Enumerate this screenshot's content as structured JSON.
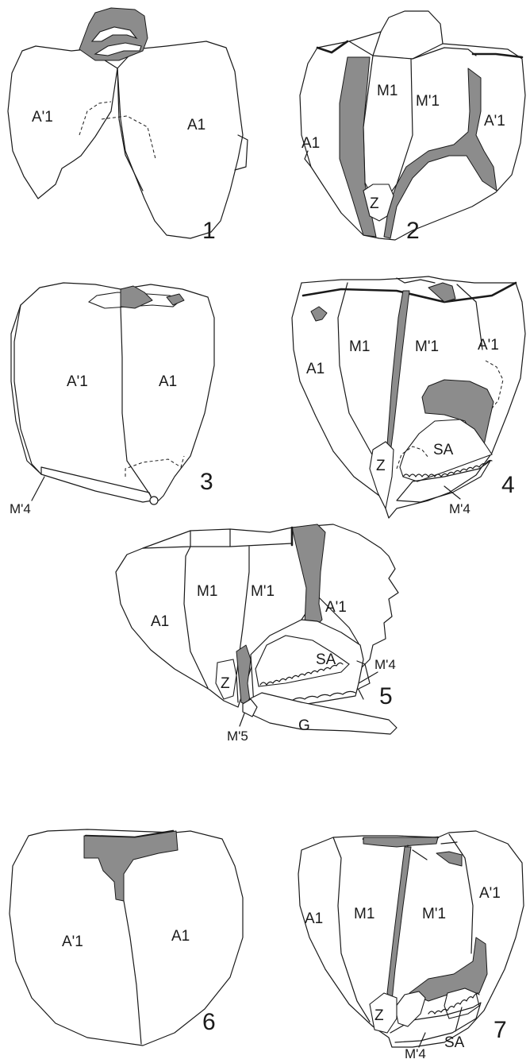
{
  "figures": [
    {
      "number": "1",
      "labels": {
        "left": "A'1",
        "right": "A1"
      }
    },
    {
      "number": "2",
      "labels": {
        "a1": "A1",
        "m1": "M1",
        "mp1": "M'1",
        "ap1": "A'1",
        "z": "Z"
      }
    },
    {
      "number": "3",
      "labels": {
        "left": "A'1",
        "right": "A1",
        "m4": "M'4"
      }
    },
    {
      "number": "4",
      "labels": {
        "a1": "A1",
        "m1": "M1",
        "mp1": "M'1",
        "ap1": "A'1",
        "z": "Z",
        "sa": "SA",
        "m4": "M'4"
      }
    },
    {
      "number": "5",
      "labels": {
        "a1": "A1",
        "m1": "M1",
        "mp1": "M'1",
        "ap1": "A'1",
        "z": "Z",
        "sa": "SA",
        "m4": "M'4",
        "m5": "M'5",
        "g": "G"
      }
    },
    {
      "number": "6",
      "labels": {
        "left": "A'1",
        "right": "A1"
      }
    },
    {
      "number": "7",
      "labels": {
        "a1": "A1",
        "m1": "M1",
        "mp1": "M'1",
        "ap1": "A'1",
        "z": "Z",
        "sa": "SA",
        "m4": "M'4"
      }
    }
  ],
  "colors": {
    "outline": "#1a1a1a",
    "shading": "#8c8c8c",
    "background": "#ffffff"
  }
}
